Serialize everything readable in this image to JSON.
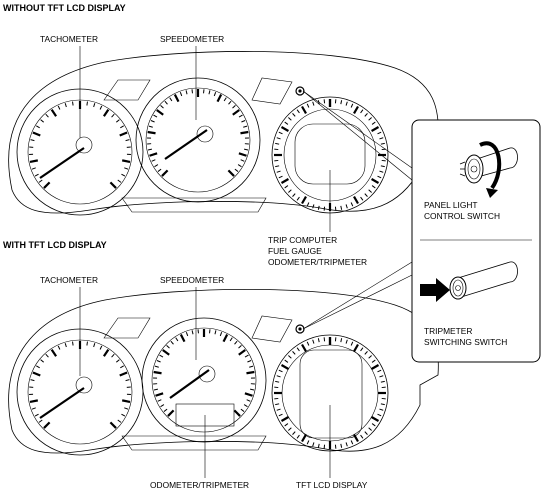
{
  "section1": {
    "title": "WITHOUT TFT LCD DISPLAY",
    "tachometer": "TACHOMETER",
    "speedometer": "SPEEDOMETER",
    "callout_lines": [
      "TRIP COMPUTER",
      "FUEL GAUGE",
      "ODOMETER/TRIPMETER"
    ]
  },
  "section2": {
    "title": "WITH TFT LCD DISPLAY",
    "tachometer": "TACHOMETER",
    "speedometer": "SPEEDOMETER",
    "odometer": "ODOMETER/TRIPMETER",
    "tft": "TFT LCD DISPLAY"
  },
  "detail": {
    "panel_light": [
      "PANEL LIGHT",
      "CONTROL SWITCH"
    ],
    "tripmeter": [
      "TRIPMETER",
      "SWITCHING SWITCH"
    ]
  }
}
